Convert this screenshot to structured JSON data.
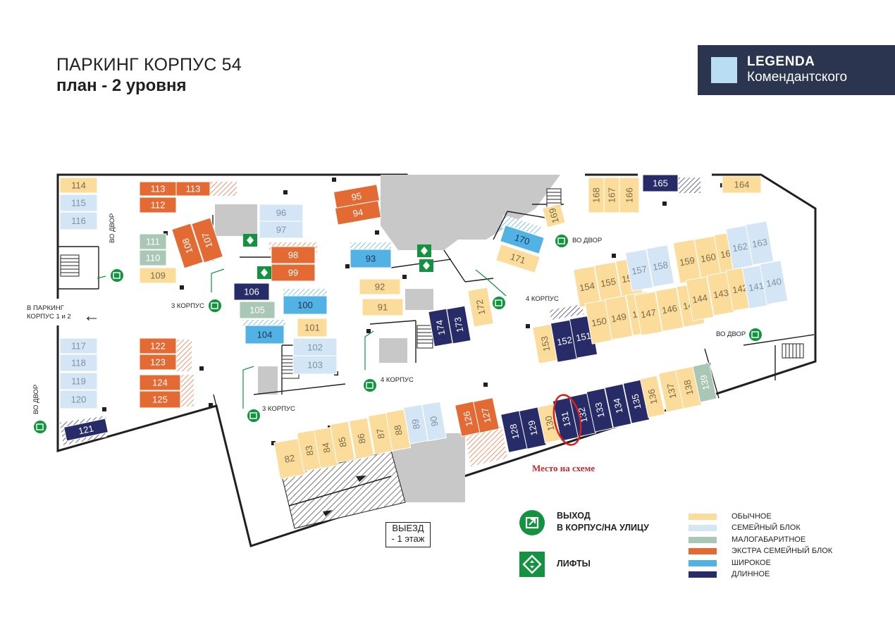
{
  "header": {
    "title": "ПАРКИНГ КОРПУС 54",
    "subtitle": "план - 2 уровня"
  },
  "brand": {
    "line1": "LEGENDA",
    "line2": "Комендантского"
  },
  "colors": {
    "ordinary": "#fbdc9b",
    "family": "#d4e6f6",
    "compact": "#a9c7b4",
    "extra_family": "#e46a34",
    "wide": "#53b2e4",
    "long": "#272b67",
    "exit_green": "#13923f",
    "structure_gray": "#c8c8c8",
    "brand_bg": "#2b3550"
  },
  "labels": {
    "parking_1_2_line1": "В ПАРКИНГ",
    "parking_1_2_line2": "КОРПУС 1 и 2",
    "korpus3": "3 КОРПУС",
    "korpus4": "4 КОРПУС",
    "vo_dvor": "ВО ДВОР",
    "exit_line1": "ВЫЕЗД",
    "exit_line2": "- 1 этаж",
    "spot_note": "Место на схеме"
  },
  "key": {
    "exit_line1": "ВЫХОД",
    "exit_line2": "В КОРПУС/НА УЛИЦУ",
    "lifts": "ЛИФТЫ"
  },
  "legend": [
    {
      "label": "ОБЫЧНОЕ",
      "color": "#fbdc9b"
    },
    {
      "label": "СЕМЕЙНЫЙ БЛОК",
      "color": "#d4e6f6"
    },
    {
      "label": "МАЛОГАБАРИТНОЕ",
      "color": "#a9c7b4"
    },
    {
      "label": "ЭКСТРА СЕМЕЙНЫЙ БЛОК",
      "color": "#e46a34"
    },
    {
      "label": "ШИРОКОЕ",
      "color": "#53b2e4"
    },
    {
      "label": "ДЛИННОЕ",
      "color": "#272b67"
    }
  ],
  "highlighted_spot": "131",
  "spots": [
    {
      "n": "114",
      "t": "ordinary"
    },
    {
      "n": "115",
      "t": "family"
    },
    {
      "n": "116",
      "t": "family"
    },
    {
      "n": "117",
      "t": "family"
    },
    {
      "n": "118",
      "t": "family"
    },
    {
      "n": "119",
      "t": "family"
    },
    {
      "n": "120",
      "t": "family"
    },
    {
      "n": "121",
      "t": "long"
    },
    {
      "n": "113",
      "t": "extra_family"
    },
    {
      "n": "113",
      "t": "extra_family"
    },
    {
      "n": "112",
      "t": "extra_family"
    },
    {
      "n": "111",
      "t": "compact"
    },
    {
      "n": "110",
      "t": "compact"
    },
    {
      "n": "109",
      "t": "ordinary"
    },
    {
      "n": "108",
      "t": "extra_family"
    },
    {
      "n": "107",
      "t": "extra_family"
    },
    {
      "n": "122",
      "t": "extra_family"
    },
    {
      "n": "123",
      "t": "extra_family"
    },
    {
      "n": "124",
      "t": "extra_family"
    },
    {
      "n": "125",
      "t": "extra_family"
    },
    {
      "n": "96",
      "t": "family"
    },
    {
      "n": "97",
      "t": "family"
    },
    {
      "n": "98",
      "t": "extra_family"
    },
    {
      "n": "99",
      "t": "extra_family"
    },
    {
      "n": "106",
      "t": "long"
    },
    {
      "n": "105",
      "t": "compact"
    },
    {
      "n": "104",
      "t": "wide"
    },
    {
      "n": "100",
      "t": "wide"
    },
    {
      "n": "101",
      "t": "ordinary"
    },
    {
      "n": "102",
      "t": "family"
    },
    {
      "n": "103",
      "t": "family"
    },
    {
      "n": "95",
      "t": "extra_family"
    },
    {
      "n": "94",
      "t": "extra_family"
    },
    {
      "n": "93",
      "t": "wide"
    },
    {
      "n": "92",
      "t": "ordinary"
    },
    {
      "n": "91",
      "t": "ordinary"
    },
    {
      "n": "174",
      "t": "long"
    },
    {
      "n": "173",
      "t": "long"
    },
    {
      "n": "172",
      "t": "ordinary"
    },
    {
      "n": "170",
      "t": "wide"
    },
    {
      "n": "171",
      "t": "ordinary"
    },
    {
      "n": "169",
      "t": "ordinary"
    },
    {
      "n": "168",
      "t": "ordinary"
    },
    {
      "n": "167",
      "t": "ordinary"
    },
    {
      "n": "166",
      "t": "ordinary"
    },
    {
      "n": "165",
      "t": "long"
    },
    {
      "n": "164",
      "t": "ordinary"
    },
    {
      "n": "154",
      "t": "ordinary"
    },
    {
      "n": "155",
      "t": "ordinary"
    },
    {
      "n": "156",
      "t": "ordinary"
    },
    {
      "n": "157",
      "t": "family"
    },
    {
      "n": "158",
      "t": "family"
    },
    {
      "n": "159",
      "t": "ordinary"
    },
    {
      "n": "160",
      "t": "ordinary"
    },
    {
      "n": "161",
      "t": "ordinary"
    },
    {
      "n": "162",
      "t": "family"
    },
    {
      "n": "163",
      "t": "family"
    },
    {
      "n": "153",
      "t": "ordinary"
    },
    {
      "n": "152",
      "t": "long"
    },
    {
      "n": "151",
      "t": "long"
    },
    {
      "n": "150",
      "t": "ordinary"
    },
    {
      "n": "149",
      "t": "ordinary"
    },
    {
      "n": "148",
      "t": "ordinary"
    },
    {
      "n": "147",
      "t": "ordinary"
    },
    {
      "n": "146",
      "t": "ordinary"
    },
    {
      "n": "145",
      "t": "ordinary"
    },
    {
      "n": "144",
      "t": "ordinary"
    },
    {
      "n": "143",
      "t": "ordinary"
    },
    {
      "n": "142",
      "t": "ordinary"
    },
    {
      "n": "141",
      "t": "family"
    },
    {
      "n": "140",
      "t": "family"
    },
    {
      "n": "82",
      "t": "ordinary"
    },
    {
      "n": "83",
      "t": "ordinary"
    },
    {
      "n": "84",
      "t": "ordinary"
    },
    {
      "n": "85",
      "t": "ordinary"
    },
    {
      "n": "86",
      "t": "ordinary"
    },
    {
      "n": "87",
      "t": "ordinary"
    },
    {
      "n": "88",
      "t": "ordinary"
    },
    {
      "n": "89",
      "t": "family"
    },
    {
      "n": "90",
      "t": "family"
    },
    {
      "n": "126",
      "t": "extra_family"
    },
    {
      "n": "127",
      "t": "extra_family"
    },
    {
      "n": "128",
      "t": "long"
    },
    {
      "n": "129",
      "t": "long"
    },
    {
      "n": "130",
      "t": "ordinary"
    },
    {
      "n": "131",
      "t": "long"
    },
    {
      "n": "132",
      "t": "long"
    },
    {
      "n": "133",
      "t": "long"
    },
    {
      "n": "134",
      "t": "long"
    },
    {
      "n": "135",
      "t": "long"
    },
    {
      "n": "136",
      "t": "ordinary"
    },
    {
      "n": "137",
      "t": "ordinary"
    },
    {
      "n": "138",
      "t": "ordinary"
    },
    {
      "n": "139",
      "t": "compact"
    }
  ]
}
